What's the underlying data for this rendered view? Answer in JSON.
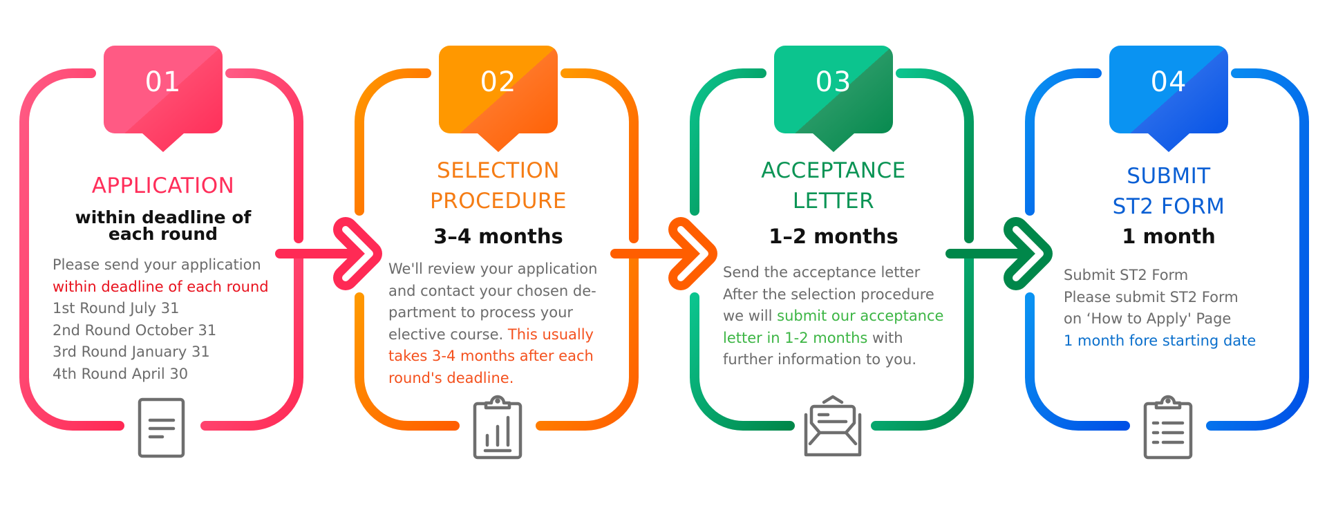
{
  "steps": [
    {
      "number": "01",
      "title_lines": [
        "APPLICATION"
      ],
      "subtitle_lines": [
        "within deadline of",
        "each round"
      ],
      "body_lines": [
        [
          {
            "text": "Please send your application",
            "highlight": false
          }
        ],
        [
          {
            "text": "within deadline of each round",
            "highlight": true
          }
        ],
        [
          {
            "text": "1st Round July 31",
            "highlight": false
          }
        ],
        [
          {
            "text": "2nd Round  October 31",
            "highlight": false
          }
        ],
        [
          {
            "text": "3rd Round January 31",
            "highlight": false
          }
        ],
        [
          {
            "text": "4th Round April 30",
            "highlight": false
          }
        ]
      ],
      "icon": "document-icon",
      "colors": {
        "start": "#ff5a84",
        "end": "#ff2a55",
        "title": "#ff2e5a",
        "highlight": "#e8121e"
      }
    },
    {
      "number": "02",
      "title_lines": [
        "SELECTION",
        "PROCEDURE"
      ],
      "subtitle_lines": [
        "3–4  months"
      ],
      "body_lines": [
        [
          {
            "text": "We'll review your application",
            "highlight": false
          }
        ],
        [
          {
            "text": "and contact your chosen de-",
            "highlight": false
          }
        ],
        [
          {
            "text": "partment to process your",
            "highlight": false
          }
        ],
        [
          {
            "text": "elective course. ",
            "highlight": false
          },
          {
            "text": "This usually",
            "highlight": true
          }
        ],
        [
          {
            "text": "takes 3-4 months after each",
            "highlight": true
          }
        ],
        [
          {
            "text": "round's deadline.",
            "highlight": true
          }
        ]
      ],
      "icon": "clipboard-chart-icon",
      "colors": {
        "start": "#ff9800",
        "end": "#ff5e00",
        "title": "#f57c14",
        "highlight": "#f4511e"
      }
    },
    {
      "number": "03",
      "title_lines": [
        "ACCEPTANCE",
        "LETTER"
      ],
      "subtitle_lines": [
        "1–2 months"
      ],
      "body_lines": [
        [
          {
            "text": "Send the acceptance letter",
            "highlight": false
          }
        ],
        [
          {
            "text": "After the selection procedure",
            "highlight": false
          }
        ],
        [
          {
            "text": "we will ",
            "highlight": false
          },
          {
            "text": "submit our acceptance",
            "highlight": true
          }
        ],
        [
          {
            "text": "letter in 1-2 months",
            "highlight": true
          },
          {
            "text": " with",
            "highlight": false
          }
        ],
        [
          {
            "text": "further information to you.",
            "highlight": false
          }
        ]
      ],
      "icon": "open-envelope-icon",
      "colors": {
        "start": "#0cc48e",
        "end": "#00874a",
        "title": "#0b9455",
        "highlight": "#3cb544"
      }
    },
    {
      "number": "04",
      "title_lines": [
        "SUBMIT",
        "ST2 FORM"
      ],
      "subtitle_lines": [
        "1 month"
      ],
      "body_lines": [
        [
          {
            "text": "Submit ST2 Form",
            "highlight": false
          }
        ],
        [
          {
            "text": "Please submit ST2 Form",
            "highlight": false
          }
        ],
        [
          {
            "text": "on ‘How to Apply' Page",
            "highlight": false
          }
        ],
        [
          {
            "text": "1 month fore starting date",
            "highlight": true
          }
        ]
      ],
      "icon": "clipboard-list-icon",
      "colors": {
        "start": "#0a93f2",
        "end": "#0050e6",
        "title": "#0a5fd4",
        "highlight": "#0a6fcc"
      }
    }
  ]
}
